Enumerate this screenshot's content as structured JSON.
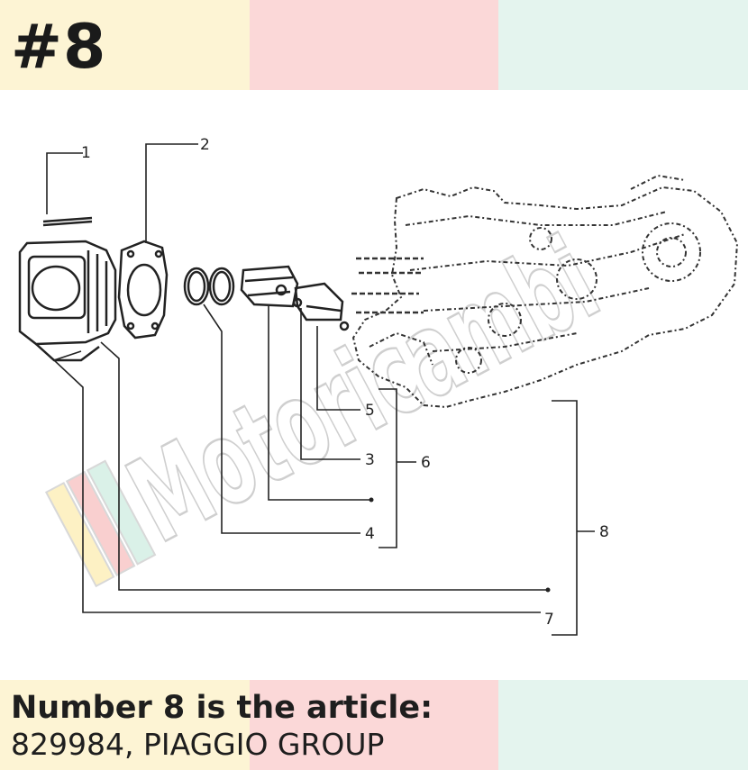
{
  "header": {
    "title": "#8"
  },
  "colors": {
    "band_yellow": "#fdf4d4",
    "band_pink": "#fbd8d8",
    "band_mint": "#e4f4ee",
    "line": "#222222",
    "text": "#1e1e1e"
  },
  "diagram": {
    "callouts": [
      "1",
      "2",
      "3",
      "4",
      "5",
      "6",
      "7",
      "8"
    ],
    "watermark": "Motoricambi"
  },
  "footer": {
    "heading": "Number 8 is the article:",
    "article": "829984, PIAGGIO GROUP"
  }
}
